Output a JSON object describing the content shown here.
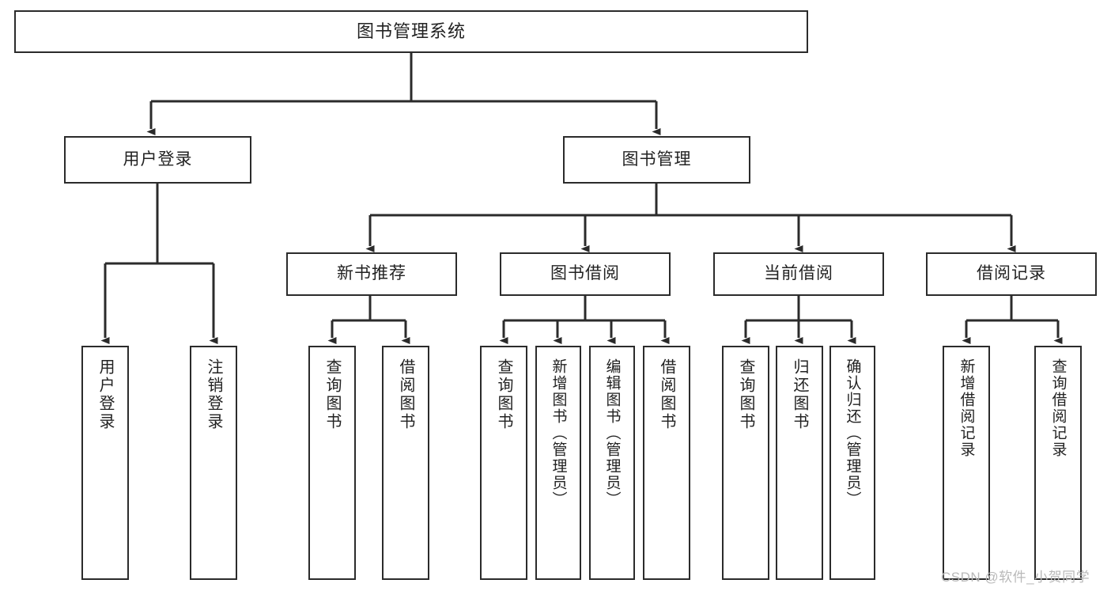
{
  "diagram": {
    "title": "图书管理系统",
    "type": "tree",
    "watermark": "CSDN @软件_小贺同学",
    "colors": {
      "box_border": "#2b2b2b",
      "box_fill": "#ffffff",
      "edge": "#2b2b2b",
      "text": "#222222",
      "watermark": "#b9b9b9",
      "background": "#ffffff"
    },
    "root": {
      "id": "root",
      "label": "图书管理系统"
    },
    "level1": [
      {
        "id": "user-login",
        "label": "用户登录"
      },
      {
        "id": "book-manage",
        "label": "图书管理"
      }
    ],
    "level2": [
      {
        "id": "new-book-recommend",
        "label": "新书推荐",
        "parent": "book-manage"
      },
      {
        "id": "book-borrow",
        "label": "图书借阅",
        "parent": "book-manage"
      },
      {
        "id": "current-borrow",
        "label": "当前借阅",
        "parent": "book-manage"
      },
      {
        "id": "borrow-record",
        "label": "借阅记录",
        "parent": "book-manage"
      }
    ],
    "leaves": [
      {
        "id": "leaf-user-login",
        "label": "用户登录",
        "parent": "user-login"
      },
      {
        "id": "leaf-user-logout",
        "label": "注销登录",
        "parent": "user-login"
      },
      {
        "id": "leaf-query-book-1",
        "label": "查询图书",
        "parent": "new-book-recommend"
      },
      {
        "id": "leaf-borrow-book-1",
        "label": "借阅图书",
        "parent": "new-book-recommend"
      },
      {
        "id": "leaf-query-book-2",
        "label": "查询图书",
        "parent": "book-borrow"
      },
      {
        "id": "leaf-add-book",
        "label": "新增图书（管理员）",
        "parent": "book-borrow"
      },
      {
        "id": "leaf-edit-book",
        "label": "编辑图书（管理员）",
        "parent": "book-borrow"
      },
      {
        "id": "leaf-borrow-book-2",
        "label": "借阅图书",
        "parent": "book-borrow"
      },
      {
        "id": "leaf-query-book-3",
        "label": "查询图书",
        "parent": "current-borrow"
      },
      {
        "id": "leaf-return-book",
        "label": "归还图书",
        "parent": "current-borrow"
      },
      {
        "id": "leaf-confirm-return",
        "label": "确认归还（管理员）",
        "parent": "current-borrow"
      },
      {
        "id": "leaf-add-record",
        "label": "新增借阅记录",
        "parent": "borrow-record"
      },
      {
        "id": "leaf-query-record",
        "label": "查询借阅记录",
        "parent": "borrow-record"
      }
    ]
  }
}
